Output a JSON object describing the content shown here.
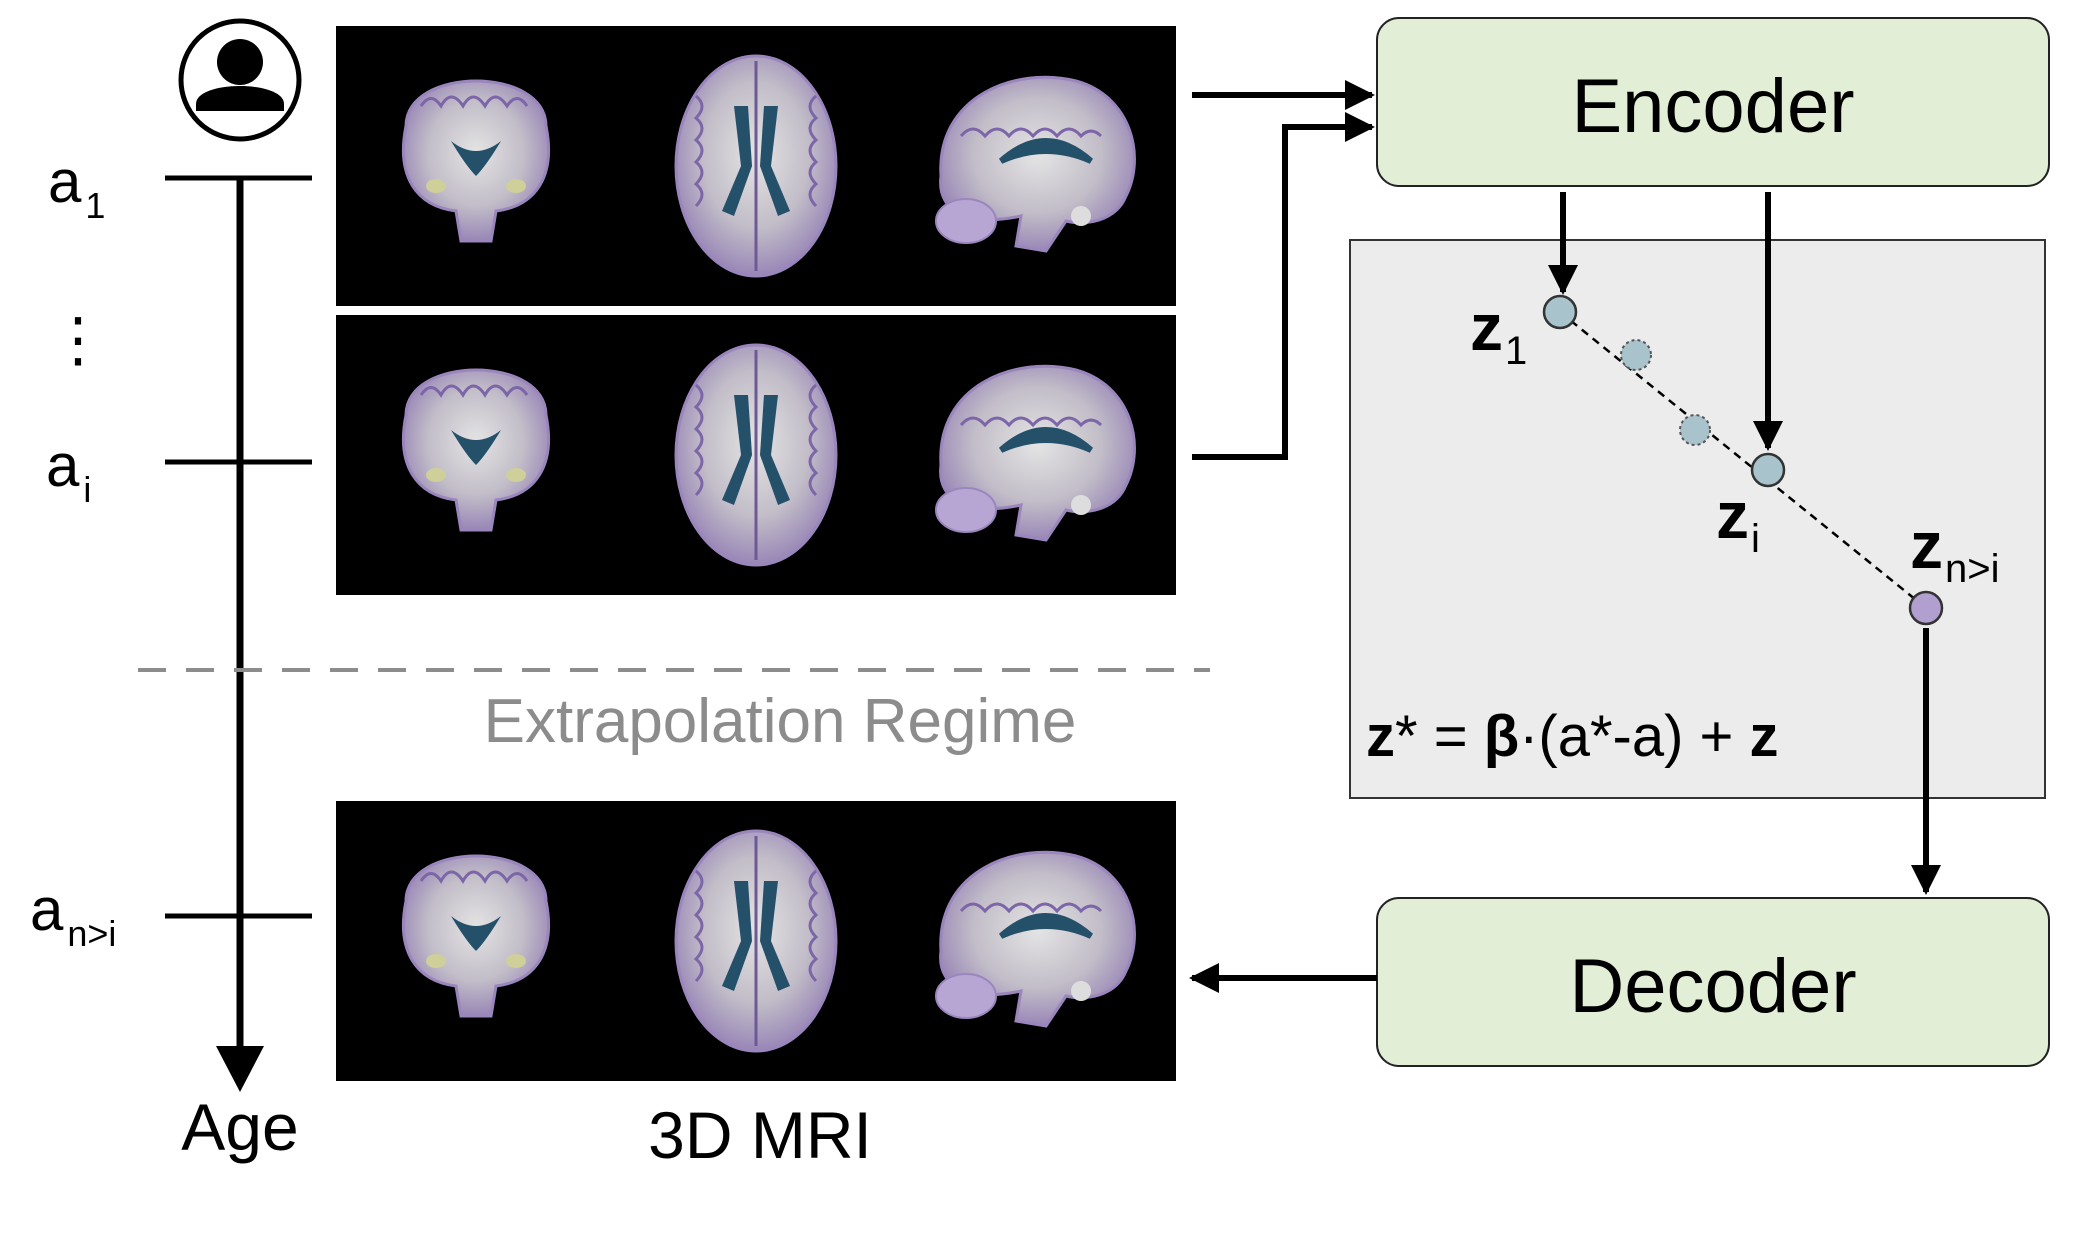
{
  "timeline": {
    "ticks": [
      {
        "label": "a",
        "sub": "1"
      },
      {
        "label": "a",
        "sub": "i"
      },
      {
        "label": "a",
        "sub": "n>i"
      }
    ],
    "dots": "⋮",
    "axis_label": "Age"
  },
  "images": {
    "caption": "3D MRI",
    "regime_label": "Extrapolation Regime"
  },
  "encoder": {
    "label": "Encoder"
  },
  "decoder": {
    "label": "Decoder"
  },
  "latent": {
    "points": [
      {
        "label": "z",
        "sub": "1"
      },
      {
        "label": "z",
        "sub": "i"
      },
      {
        "label": "z",
        "sub": "n>i"
      }
    ],
    "equation": {
      "lhs": "z",
      "star": "*",
      "eq": " = ",
      "beta": "β",
      "middle": "·(a*-a) + ",
      "rhs": "z"
    }
  },
  "colors": {
    "encoder_fill": "#e2eed6",
    "latent_fill": "#ececec",
    "point_fill": "#a9c3cc",
    "extrapolated_point_fill": "#b19fd0",
    "regime_text": "#8c8c8c"
  },
  "icons": {
    "subject": "person-icon"
  }
}
